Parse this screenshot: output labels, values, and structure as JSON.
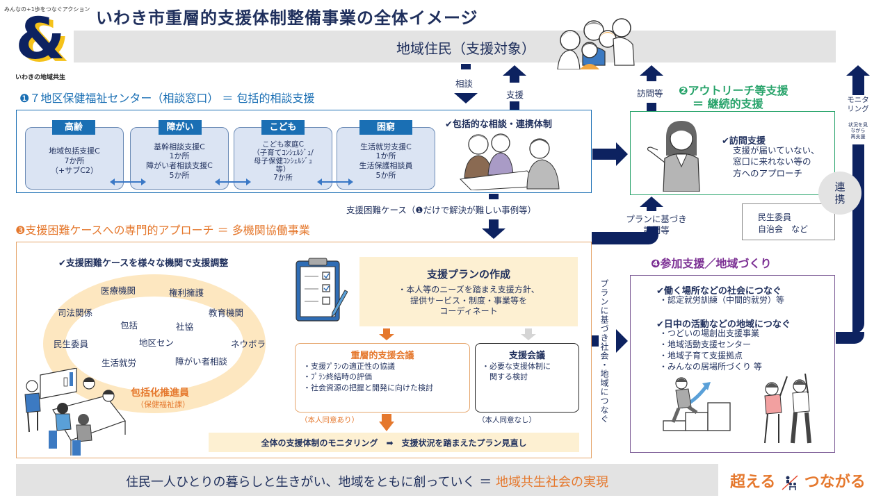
{
  "logo": {
    "tagline": "みんなの+1歩をつなぐアクション",
    "symbol": "&",
    "name": "いわきの地域共生",
    "colors": {
      "navy": "#0d2260",
      "yellow": "#f5c21a"
    }
  },
  "title": "いわき市重層的支援体制整備事業の全体イメージ",
  "residents": {
    "label": "地域住民（支援対象）"
  },
  "flows": {
    "consult": "相談",
    "support": "支援",
    "visit": "訪問等",
    "difficult_case": "支援困難ケース（❶だけで解決が難しい事例等）",
    "plan_visit": "プランに基づき\n訪問等",
    "plan_connect": "プランに基づき社会・地域につなぐ",
    "monitoring": "モニタ\nリング",
    "monitoring_sub": "状況を見\nながら\n再支援",
    "renkei": "連\n携"
  },
  "section1": {
    "title": "❶７地区保健福祉センター（相談窓口） ＝ 包括的相談支援",
    "categories": [
      {
        "tag": "高齢",
        "body": "地域包括支援C\n7か所\n（+サブC2）"
      },
      {
        "tag": "障がい",
        "body": "基幹相談支援C\n1か所\n障がい者相談支援C\n5か所"
      },
      {
        "tag": "こども",
        "body": "こども家庭C\n（子育てｺﾝｼｪﾙｼﾞｭ/\n母子保健ｺﾝｼｪﾙｼﾞｭ\n等）\n7か所"
      },
      {
        "tag": "困窮",
        "body": "生活就労支援C\n1か所\n生活保護相談員\n5か所"
      }
    ],
    "check": "✔包括的な相談・連携体制"
  },
  "section2": {
    "title": "❷アウトリーチ等支援",
    "subtitle": "＝ 継続的支援",
    "check": "✔訪問支援",
    "body": "支援が届いていない、\n窓口に来れない等の\n方へのアプローチ",
    "partners": "民生委員\n自治会　など"
  },
  "section3": {
    "title": "❸支援困難ケースへの専門的アプローチ ＝ 多機関協働事業",
    "check": "✔支援困難ケースを様々な機関で支援調整",
    "orgs": [
      "医療機関",
      "権利擁護",
      "司法関係",
      "教育機関",
      "包括",
      "社協",
      "民生委員",
      "地区セン",
      "ネウボラ",
      "生活就労",
      "障がい者相談"
    ],
    "promoter": "包括化推進員",
    "promoter_sub": "（保健福祉課）",
    "plan": {
      "title": "支援プランの作成",
      "body": "・本人等のニーズを踏まえ支援方針、\n提供サービス・制度・事業等を\nコーディネート"
    },
    "layered_meeting": {
      "title": "重層的支援会議",
      "items": "・支援ﾌﾟﾗﾝの適正性の協議\n・ﾌﾟﾗﾝ終結時の評価\n・社会資源の把握と開発に向けた検討",
      "consent": "（本人同意あり）"
    },
    "support_meeting": {
      "title": "支援会議",
      "items": "・必要な支援体制に\n　関する検討",
      "consent": "（本人同意なし）"
    },
    "monitoring_line": "全体の支援体制のモニタリング　➡　支援状況を踏まえたプラン見直し"
  },
  "section4": {
    "title": "❹参加支援／地域づくり",
    "groups": [
      {
        "heading": "✔働く場所などの社会につなぐ",
        "items": [
          "・認定就労訓練（中間的就労）等"
        ]
      },
      {
        "heading": "✔日中の活動などの地域につなぐ",
        "items": [
          "・つどいの場創出支援事業",
          "・地域活動支援センター",
          "・地域子育て支援拠点",
          "・みんなの居場所づくり 等"
        ]
      }
    ]
  },
  "footer": {
    "text": "住民一人ひとりの暮らしと生きがい、地域をともに創っていく ＝ ",
    "accent": "地域共生社会の実現",
    "brand_left": "超える",
    "brand_right": "つながる"
  },
  "colors": {
    "navy": "#0d2260",
    "blue": "#1a6fb4",
    "green": "#27a36a",
    "orange": "#e5782d",
    "purple": "#7b2f93",
    "cream": "#fdf0d2",
    "grey": "#e3e3e3"
  }
}
